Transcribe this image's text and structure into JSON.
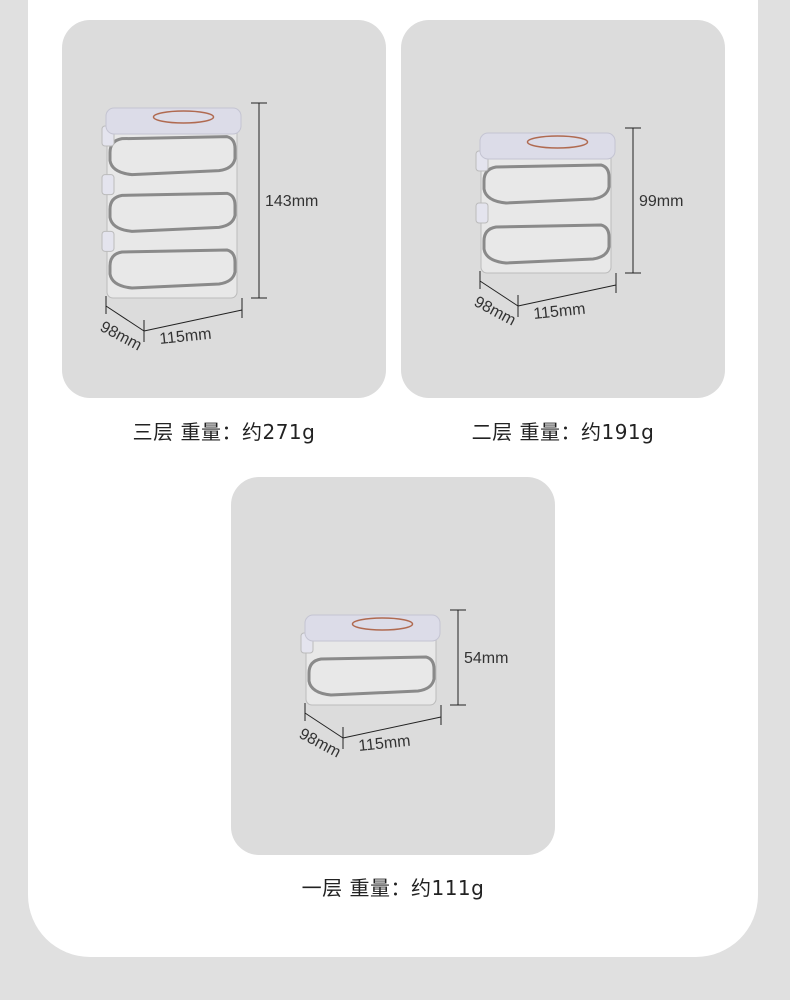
{
  "products": [
    {
      "caption": "三层 重量：约271g",
      "height": "143mm",
      "depth": "98mm",
      "width": "115mm",
      "layers": 3
    },
    {
      "caption": "二层 重量：约191g",
      "height": "99mm",
      "depth": "98mm",
      "width": "115mm",
      "layers": 2
    },
    {
      "caption": "一层 重量：约111g",
      "height": "54mm",
      "depth": "98mm",
      "width": "115mm",
      "layers": 1
    }
  ],
  "colors": {
    "page": "#e0e0e0",
    "card": "#ffffff",
    "panel": "#dcdcdc",
    "lid": "#dcdce8",
    "ring": "#b06a50"
  }
}
